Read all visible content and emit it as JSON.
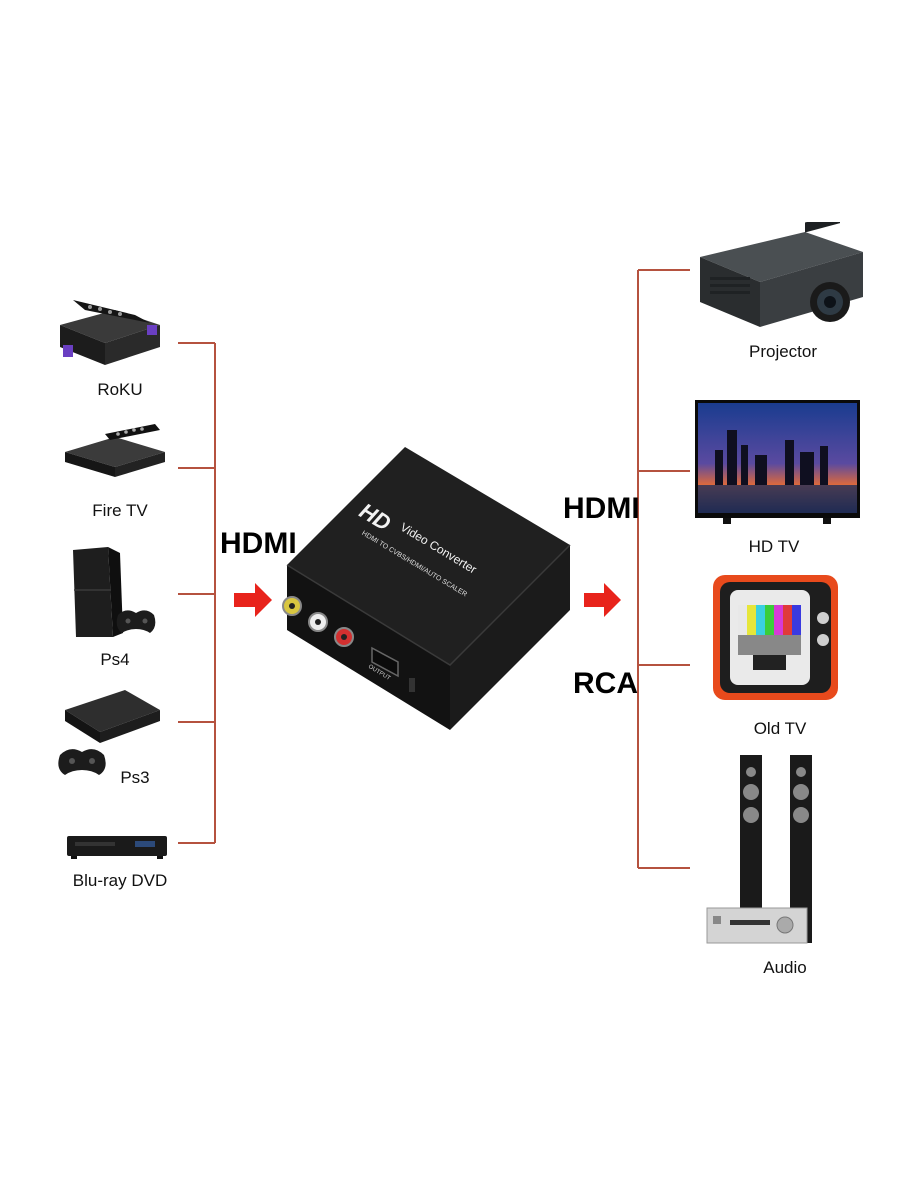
{
  "sources": [
    {
      "label": "RoKU",
      "icon": "roku-box-icon"
    },
    {
      "label": "Fire TV",
      "icon": "fire-tv-box-icon"
    },
    {
      "label": "Ps4",
      "icon": "ps4-console-icon"
    },
    {
      "label": "Ps3",
      "icon": "ps3-console-icon"
    },
    {
      "label": "Blu-ray DVD",
      "icon": "bluray-player-icon"
    }
  ],
  "displays": [
    {
      "label": "Projector",
      "icon": "projector-icon"
    },
    {
      "label": "HD TV",
      "icon": "hdtv-icon"
    },
    {
      "label": "Old TV",
      "icon": "old-crt-tv-icon"
    },
    {
      "label": "Audio",
      "icon": "audio-speakers-icon"
    }
  ],
  "connections": {
    "input": "HDMI",
    "output_top": "HDMI",
    "output_bottom": "RCA"
  },
  "device": {
    "logo": "HD",
    "title": "Video Converter",
    "subtitle": "HDMI TO CVBS/HDMI/AUTO SCALER",
    "port_label": "OUTPUT"
  },
  "colors": {
    "line": "#b5523f",
    "arrow": "#e8231b",
    "box": "#1a1a1a"
  }
}
